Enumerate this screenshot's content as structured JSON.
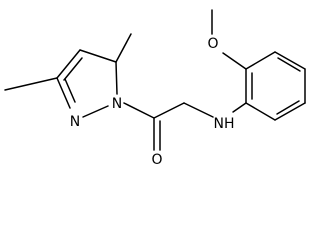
{
  "molecule": {
    "atom_labels": {
      "methoxy_oxygen": "O",
      "pyrazole_nitrogen_1": "N",
      "pyrazole_nitrogen_2": "N",
      "amine": "NH",
      "carbonyl_oxygen": "O"
    },
    "colors": {
      "bond": "#000000",
      "label": "#000000",
      "background": "#ffffff"
    }
  }
}
